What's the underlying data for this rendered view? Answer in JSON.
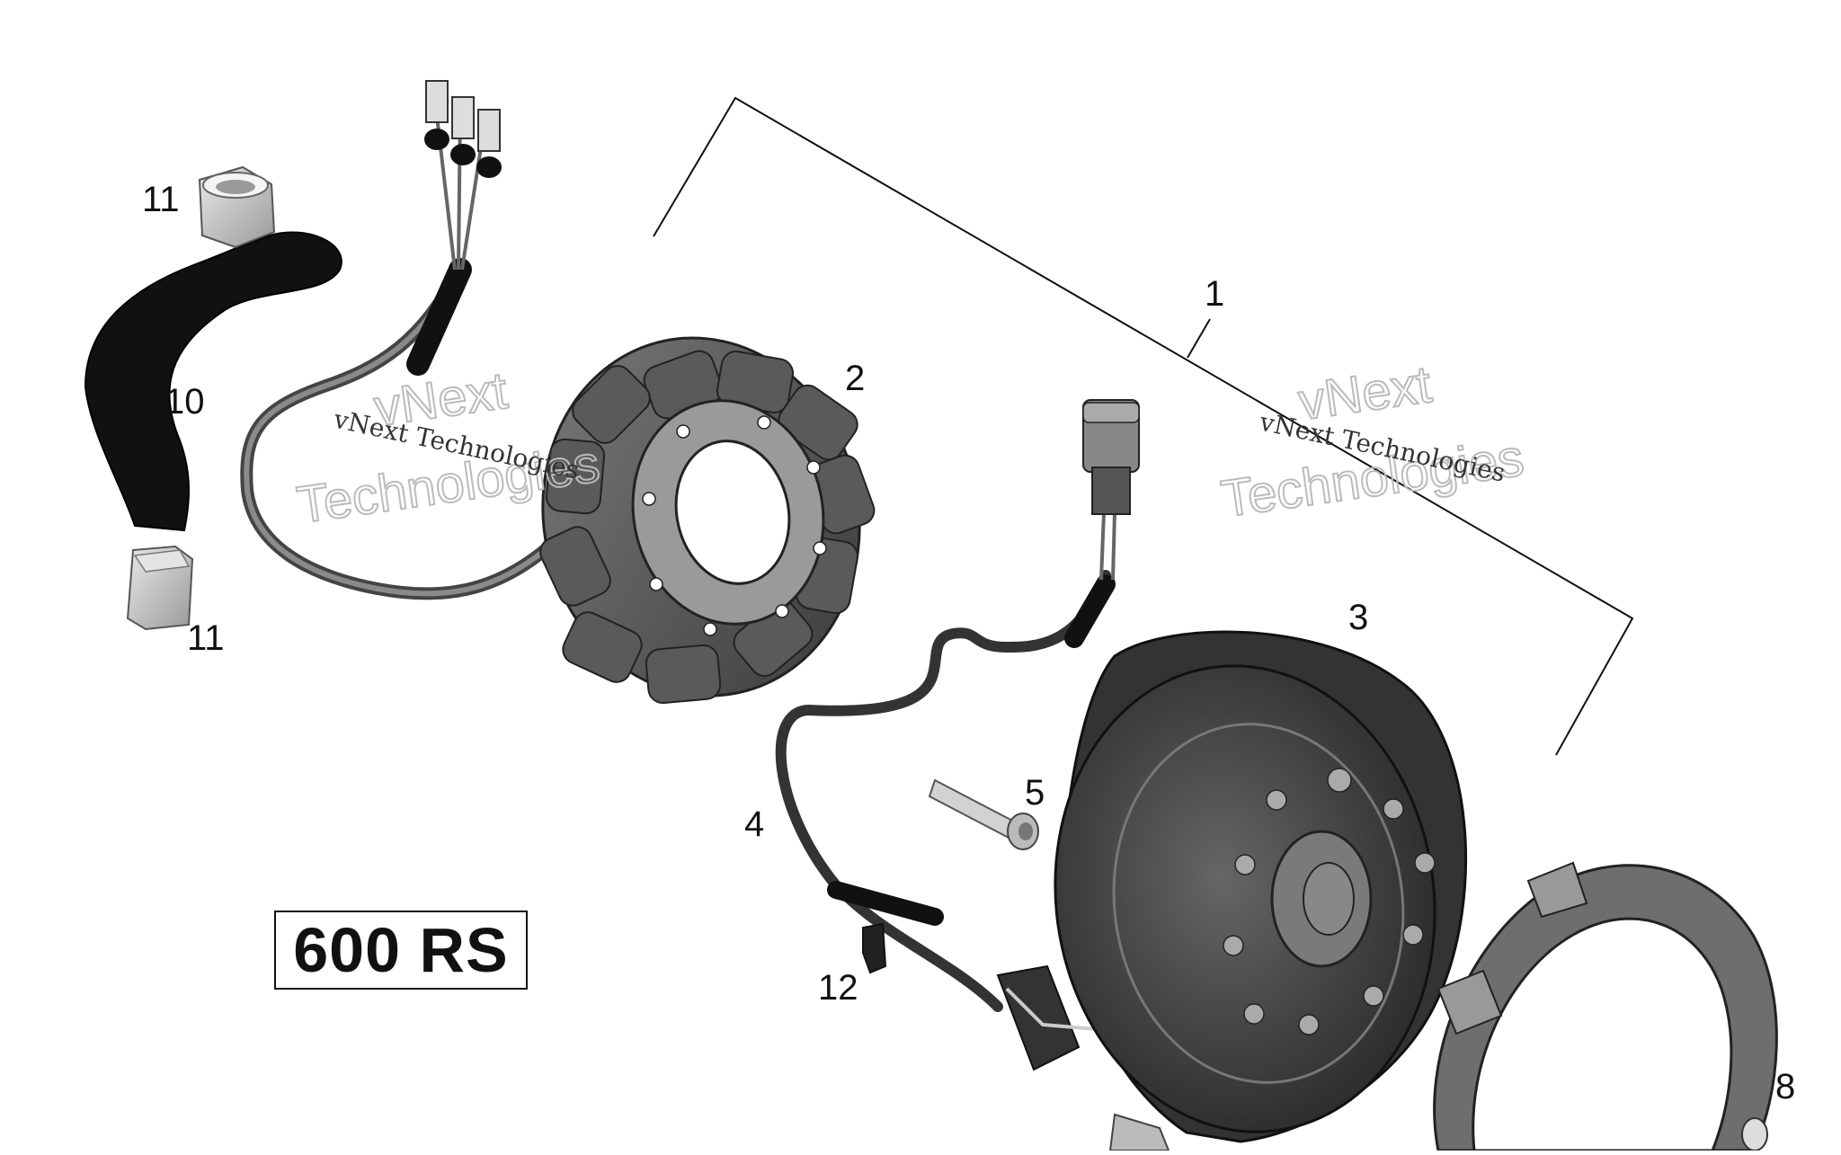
{
  "model_label": "600 RS",
  "watermark": {
    "line_small": "vNext Technologies",
    "line_big_1": "vNext",
    "line_big_2": "Technologies"
  },
  "callouts": {
    "c1": "1",
    "c2": "2",
    "c3": "3",
    "c4": "4",
    "c5": "5",
    "c8": "8",
    "c10": "10",
    "c11a": "11",
    "c11b": "11",
    "c12": "12"
  },
  "colors": {
    "line": "#111111",
    "part_dark": "#2b2b2b",
    "part_mid": "#555555",
    "part_light": "#bdbdbd",
    "watermark": "#bbbbbb"
  }
}
